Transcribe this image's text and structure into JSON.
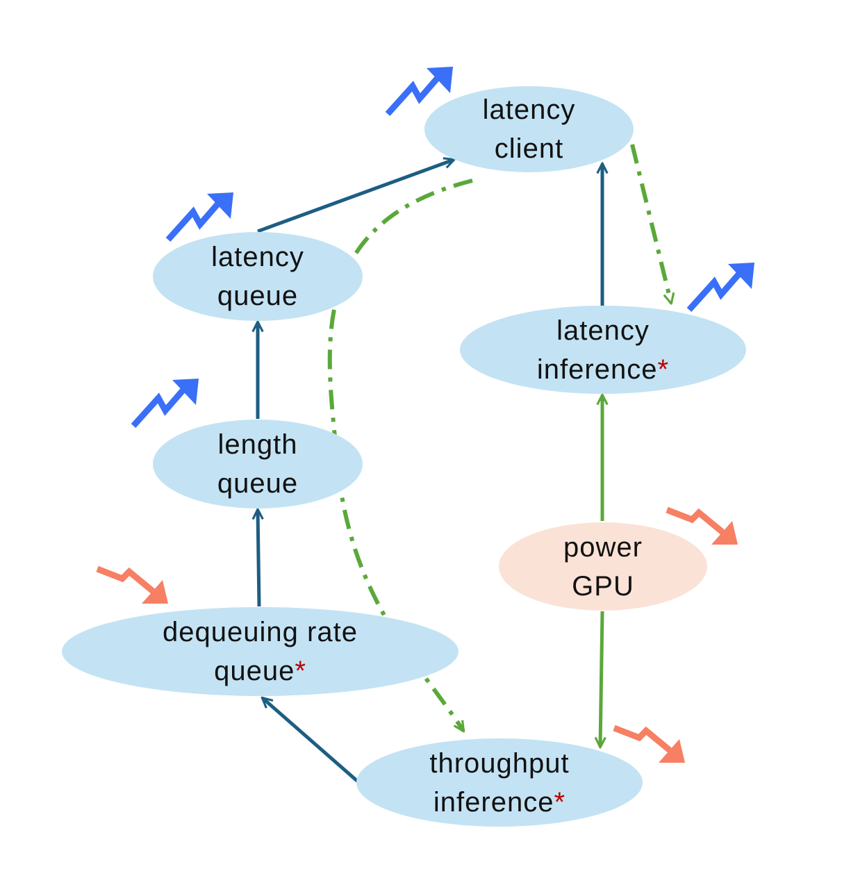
{
  "colors": {
    "node_fill": "#c3e3f4",
    "node_fill_alt": "#fbe2d6",
    "edge_causal": "#1d5e83",
    "edge_green": "#5aa83a",
    "trend_up": "#3a6ff7",
    "trend_down": "#f77f63",
    "asterisk": "#c00000"
  },
  "nodes": {
    "latency_client": {
      "line1": "latency",
      "line2": "client",
      "star": "",
      "trend": "up"
    },
    "latency_queue": {
      "line1": "latency",
      "line2": "queue",
      "star": "",
      "trend": "up"
    },
    "length_queue": {
      "line1": "length",
      "line2": "queue",
      "star": "",
      "trend": "up"
    },
    "dequeuing_rate_queue": {
      "line1": "dequeuing rate",
      "line2": "queue",
      "star": "*",
      "trend": "down"
    },
    "latency_inference": {
      "line1": "latency",
      "line2": "inference",
      "star": "*",
      "trend": "up"
    },
    "power_gpu": {
      "line1": "power",
      "line2": "GPU",
      "star": "",
      "trend": "down"
    },
    "throughput_inference": {
      "line1": "throughput",
      "line2": "inference",
      "star": "*",
      "trend": "down"
    }
  },
  "edges": [
    {
      "from": "throughput_inference",
      "to": "dequeuing_rate_queue",
      "style": "solid",
      "color": "edge_causal"
    },
    {
      "from": "dequeuing_rate_queue",
      "to": "length_queue",
      "style": "solid",
      "color": "edge_causal"
    },
    {
      "from": "length_queue",
      "to": "latency_queue",
      "style": "solid",
      "color": "edge_causal"
    },
    {
      "from": "latency_queue",
      "to": "latency_client",
      "style": "solid",
      "color": "edge_causal"
    },
    {
      "from": "latency_inference",
      "to": "latency_client",
      "style": "solid",
      "color": "edge_causal"
    },
    {
      "from": "power_gpu",
      "to": "latency_inference",
      "style": "solid",
      "color": "edge_green"
    },
    {
      "from": "power_gpu",
      "to": "throughput_inference",
      "style": "solid",
      "color": "edge_green"
    },
    {
      "from": "latency_client",
      "to": "latency_inference",
      "style": "dash-dot",
      "color": "edge_green"
    },
    {
      "from": "latency_client",
      "to": "throughput_inference",
      "style": "dash-dot",
      "color": "edge_green"
    }
  ]
}
